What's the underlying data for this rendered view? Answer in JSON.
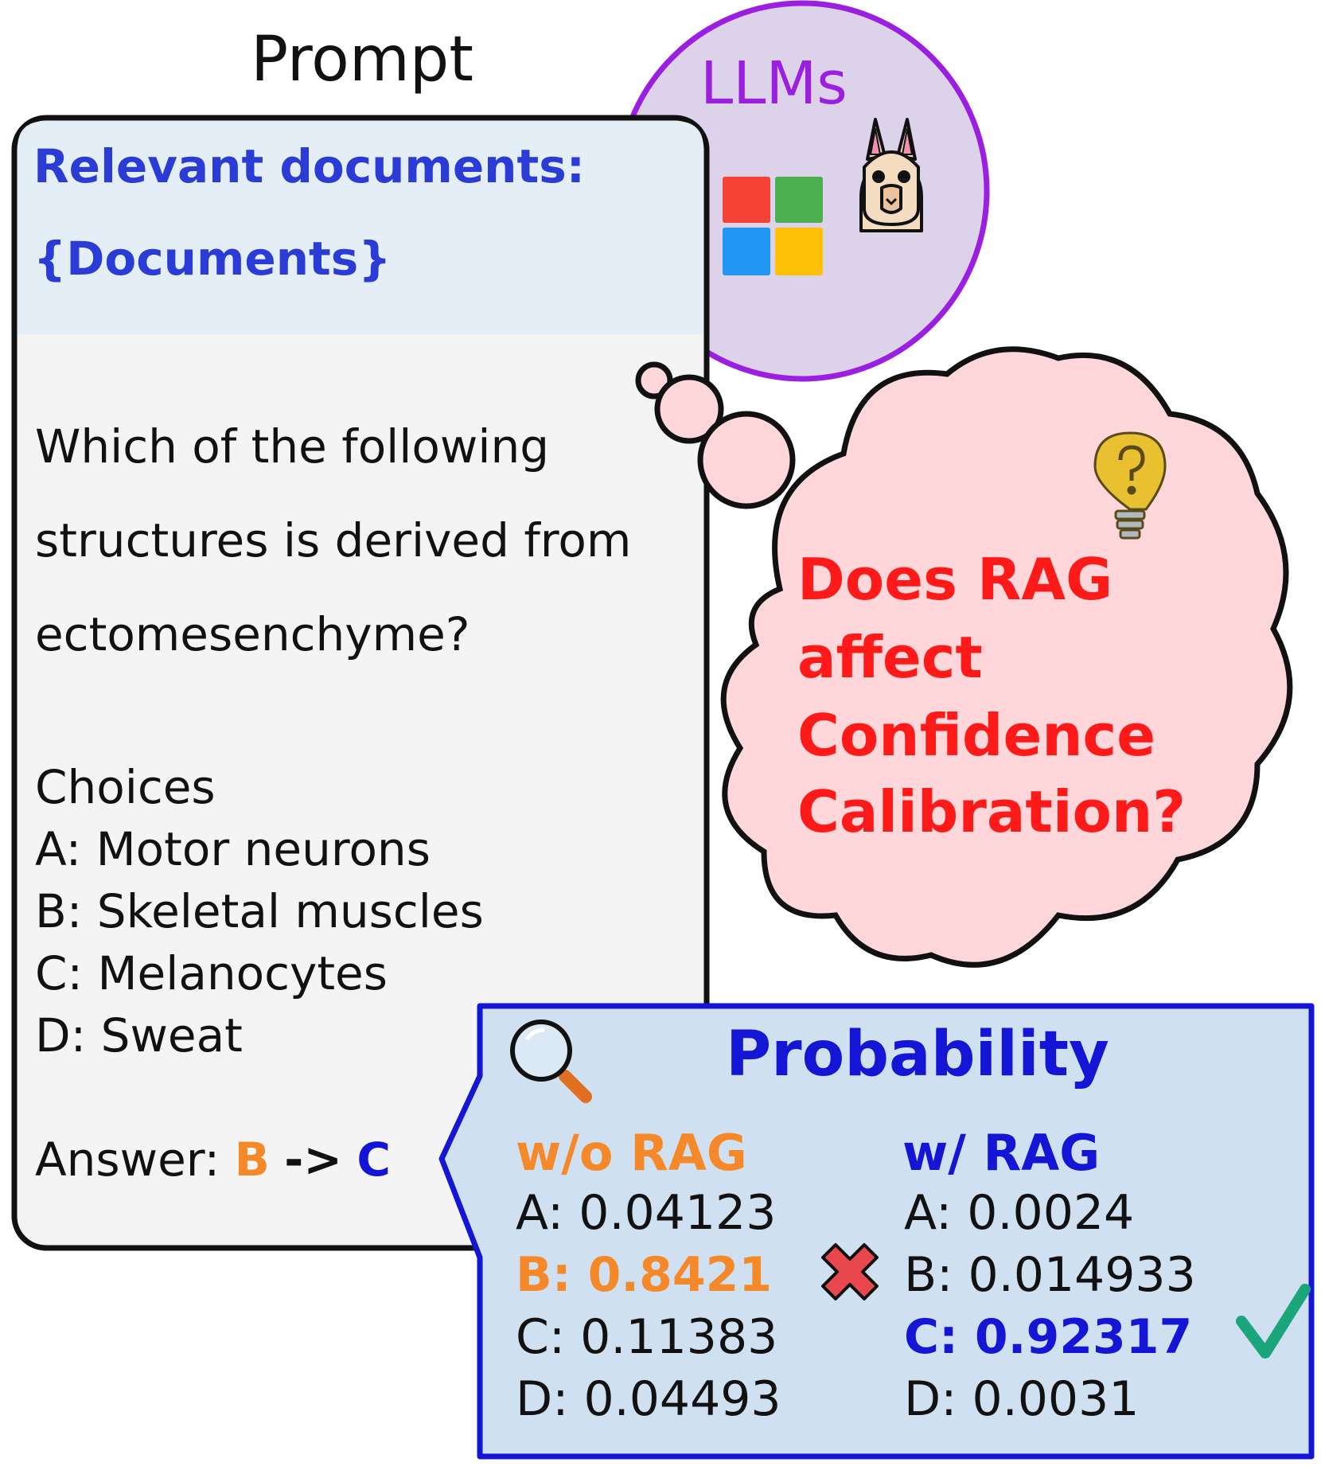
{
  "prompt": {
    "title": "Prompt",
    "relevant_label": "Relevant documents:",
    "documents_placeholder": "{Documents}",
    "question_lines": [
      "Which of the following",
      "structures is derived from",
      "ectomesenchyme?"
    ],
    "choices_label": "Choices",
    "choices": [
      "A: Motor neurons",
      "B: Skeletal muscles",
      "C: Melanocytes",
      "D: Sweat"
    ],
    "answer_label": "Answer:",
    "answer_before": "B",
    "answer_arrow": "->",
    "answer_after": "C"
  },
  "llms": {
    "label": "LLMs",
    "icons": [
      "windows-logo-icon",
      "llama-icon"
    ]
  },
  "thought": {
    "lines": [
      "Does RAG",
      "affect",
      "Confidence",
      "Calibration?"
    ],
    "icon": "lightbulb-question-icon"
  },
  "probability": {
    "title": "Probability",
    "icon": "magnifier-icon",
    "without_rag": {
      "header": "w/o RAG",
      "values": [
        "A: 0.04123",
        "B: 0.8421",
        "C: 0.11383",
        "D: 0.04493"
      ],
      "highlight_index": 1,
      "mark_icon": "red-cross-icon"
    },
    "with_rag": {
      "header": "w/ RAG",
      "values": [
        "A: 0.0024",
        "B: 0.014933",
        "C: 0.92317",
        "D: 0.0031"
      ],
      "highlight_index": 2,
      "mark_icon": "green-check-icon"
    }
  },
  "colors": {
    "documents_blue": "#2b3bd6",
    "orange": "#f5892a",
    "rag_blue": "#1515d6",
    "purple": "#9b1fe0",
    "cloud_red": "#ff1a1a",
    "cloud_fill": "#ffd6d9",
    "prob_fill": "#cfe0f0",
    "check_green": "#1aa57a"
  }
}
